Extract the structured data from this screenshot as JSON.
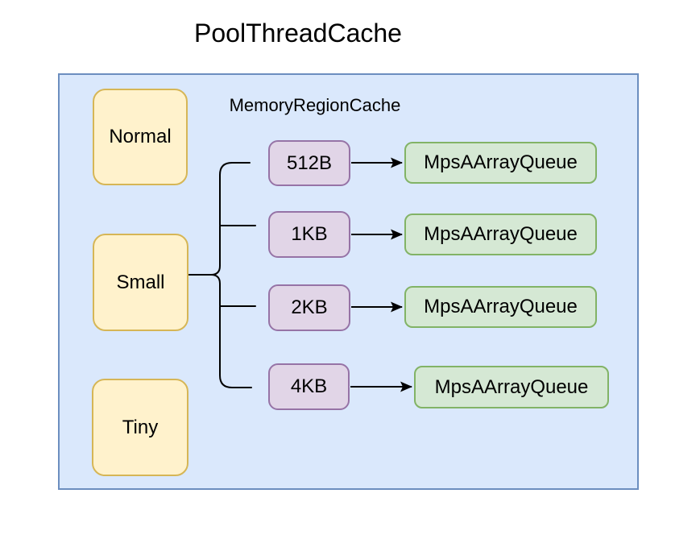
{
  "title": "PoolThreadCache",
  "container": {
    "label": "MemoryRegionCache"
  },
  "categories": [
    {
      "label": "Normal"
    },
    {
      "label": "Small"
    },
    {
      "label": "Tiny"
    }
  ],
  "rows": [
    {
      "size": "512B",
      "queue": "MpsAArrayQueue"
    },
    {
      "size": "1KB",
      "queue": "MpsAArrayQueue"
    },
    {
      "size": "2KB",
      "queue": "MpsAArrayQueue"
    },
    {
      "size": "4KB",
      "queue": "MpsAArrayQueue"
    }
  ],
  "edges": {
    "branch_source": "Small",
    "branch_targets": [
      "512B",
      "1KB",
      "2KB",
      "4KB"
    ],
    "arrow_pairs": [
      [
        "512B",
        "MpsAArrayQueue"
      ],
      [
        "1KB",
        "MpsAArrayQueue"
      ],
      [
        "2KB",
        "MpsAArrayQueue"
      ],
      [
        "4KB",
        "MpsAArrayQueue"
      ]
    ]
  },
  "colors": {
    "container_fill": "#dae8fc",
    "container_border": "#6c8ebf",
    "category_fill": "#fff2cc",
    "category_border": "#d6b656",
    "size_fill": "#e1d5e7",
    "size_border": "#9673a6",
    "queue_fill": "#d5e8d4",
    "queue_border": "#82b366",
    "line": "#000000",
    "text": "#000000",
    "page_background": "#ffffff"
  }
}
